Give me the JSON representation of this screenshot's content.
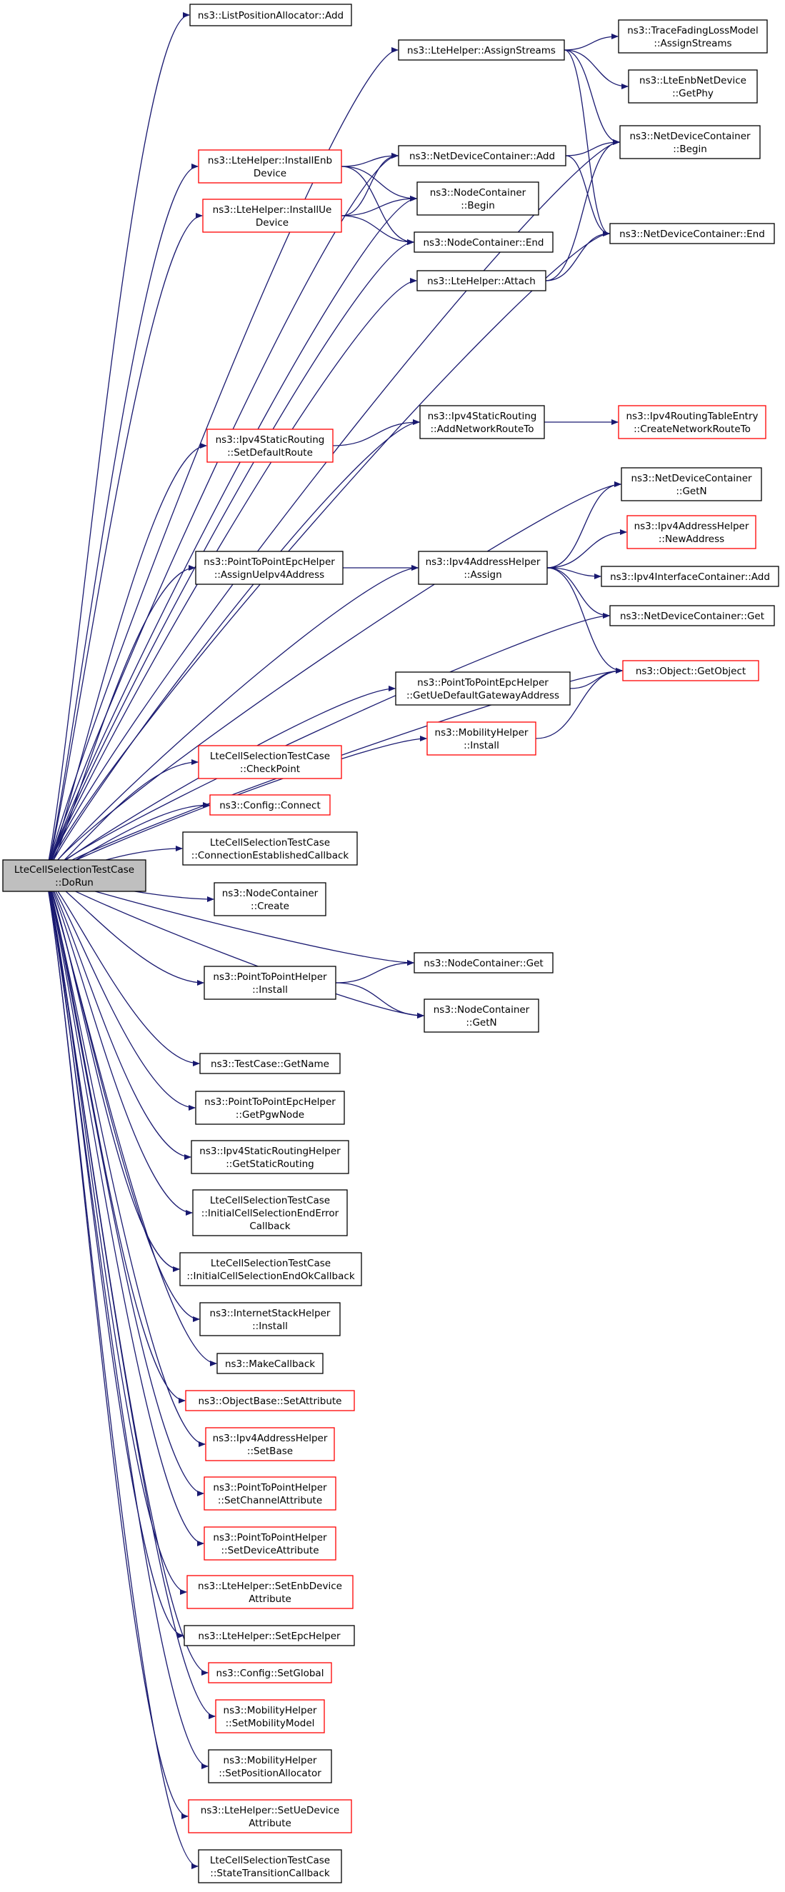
{
  "colors": {
    "edge": "#191970",
    "node_border_documented": "#000000",
    "node_border_undocumented": "#ff0000",
    "root_fill": "#bfbfbf",
    "node_fill": "#ffffff"
  },
  "graph": {
    "root": {
      "id": "root",
      "lines": [
        "LteCellSelectionTestCase",
        "::DoRun"
      ]
    },
    "nodes": [
      {
        "id": "n_lpa_add",
        "lines": [
          "ns3::ListPositionAllocator::Add"
        ],
        "red": false
      },
      {
        "id": "n_lte_assign",
        "lines": [
          "ns3::LteHelper::AssignStreams"
        ],
        "red": false
      },
      {
        "id": "n_tfl_assign",
        "lines": [
          "ns3::TraceFadingLossModel",
          "::AssignStreams"
        ],
        "red": false
      },
      {
        "id": "n_enb_getphy",
        "lines": [
          "ns3::LteEnbNetDevice",
          "::GetPhy"
        ],
        "red": false
      },
      {
        "id": "n_ndc_begin",
        "lines": [
          "ns3::NetDeviceContainer",
          "::Begin"
        ],
        "red": false
      },
      {
        "id": "n_install_enb",
        "lines": [
          "ns3::LteHelper::InstallEnb",
          "Device"
        ],
        "red": true
      },
      {
        "id": "n_ndc_add",
        "lines": [
          "ns3::NetDeviceContainer::Add"
        ],
        "red": false
      },
      {
        "id": "n_nc_begin",
        "lines": [
          "ns3::NodeContainer",
          "::Begin"
        ],
        "red": false
      },
      {
        "id": "n_install_ue",
        "lines": [
          "ns3::LteHelper::InstallUe",
          "Device"
        ],
        "red": true
      },
      {
        "id": "n_nc_end",
        "lines": [
          "ns3::NodeContainer::End"
        ],
        "red": false
      },
      {
        "id": "n_ndc_end",
        "lines": [
          "ns3::NetDeviceContainer::End"
        ],
        "red": false
      },
      {
        "id": "n_lte_attach",
        "lines": [
          "ns3::LteHelper::Attach"
        ],
        "red": false
      },
      {
        "id": "n_isr_addnet",
        "lines": [
          "ns3::Ipv4StaticRouting",
          "::AddNetworkRouteTo"
        ],
        "red": false
      },
      {
        "id": "n_rte_create",
        "lines": [
          "ns3::Ipv4RoutingTableEntry",
          "::CreateNetworkRouteTo"
        ],
        "red": true
      },
      {
        "id": "n_isr_setdef",
        "lines": [
          "ns3::Ipv4StaticRouting",
          "::SetDefaultRoute"
        ],
        "red": true
      },
      {
        "id": "n_ndc_getn",
        "lines": [
          "ns3::NetDeviceContainer",
          "::GetN"
        ],
        "red": false
      },
      {
        "id": "n_iah_newaddr",
        "lines": [
          "ns3::Ipv4AddressHelper",
          "::NewAddress"
        ],
        "red": true
      },
      {
        "id": "n_ptp_assignue",
        "lines": [
          "ns3::PointToPointEpcHelper",
          "::AssignUeIpv4Address"
        ],
        "red": false
      },
      {
        "id": "n_iah_assign",
        "lines": [
          "ns3::Ipv4AddressHelper",
          "::Assign"
        ],
        "red": false
      },
      {
        "id": "n_iic_add",
        "lines": [
          "ns3::Ipv4InterfaceContainer::Add"
        ],
        "red": false
      },
      {
        "id": "n_ndc_get",
        "lines": [
          "ns3::NetDeviceContainer::Get"
        ],
        "red": false
      },
      {
        "id": "n_obj_getobj",
        "lines": [
          "ns3::Object::GetObject"
        ],
        "red": true
      },
      {
        "id": "n_ptp_getue",
        "lines": [
          "ns3::PointToPointEpcHelper",
          "::GetUeDefaultGatewayAddress"
        ],
        "red": false
      },
      {
        "id": "n_mob_install",
        "lines": [
          "ns3::MobilityHelper",
          "::Install"
        ],
        "red": true
      },
      {
        "id": "n_ltcs_check",
        "lines": [
          "LteCellSelectionTestCase",
          "::CheckPoint"
        ],
        "red": true
      },
      {
        "id": "n_cfg_connect",
        "lines": [
          "ns3::Config::Connect"
        ],
        "red": true
      },
      {
        "id": "n_ltcs_connest",
        "lines": [
          "LteCellSelectionTestCase",
          "::ConnectionEstablishedCallback"
        ],
        "red": false
      },
      {
        "id": "n_nc_create",
        "lines": [
          "ns3::NodeContainer",
          "::Create"
        ],
        "red": false
      },
      {
        "id": "n_p2p_install",
        "lines": [
          "ns3::PointToPointHelper",
          "::Install"
        ],
        "red": false
      },
      {
        "id": "n_nc_get",
        "lines": [
          "ns3::NodeContainer::Get"
        ],
        "red": false
      },
      {
        "id": "n_nc_getn",
        "lines": [
          "ns3::NodeContainer",
          "::GetN"
        ],
        "red": false
      },
      {
        "id": "n_tc_getname",
        "lines": [
          "ns3::TestCase::GetName"
        ],
        "red": false
      },
      {
        "id": "n_ptp_getpgw",
        "lines": [
          "ns3::PointToPointEpcHelper",
          "::GetPgwNode"
        ],
        "red": false
      },
      {
        "id": "n_isrh_getsr",
        "lines": [
          "ns3::Ipv4StaticRoutingHelper",
          "::GetStaticRouting"
        ],
        "red": false
      },
      {
        "id": "n_ltcs_initerr",
        "lines": [
          "LteCellSelectionTestCase",
          "::InitialCellSelectionEndError",
          "Callback"
        ],
        "red": false
      },
      {
        "id": "n_ltcs_initok",
        "lines": [
          "LteCellSelectionTestCase",
          "::InitialCellSelectionEndOkCallback"
        ],
        "red": false
      },
      {
        "id": "n_ish_install",
        "lines": [
          "ns3::InternetStackHelper",
          "::Install"
        ],
        "red": false
      },
      {
        "id": "n_makecb",
        "lines": [
          "ns3::MakeCallback"
        ],
        "red": false
      },
      {
        "id": "n_ob_setattr",
        "lines": [
          "ns3::ObjectBase::SetAttribute"
        ],
        "red": true
      },
      {
        "id": "n_iah_setbase",
        "lines": [
          "ns3::Ipv4AddressHelper",
          "::SetBase"
        ],
        "red": true
      },
      {
        "id": "n_p2p_setchan",
        "lines": [
          "ns3::PointToPointHelper",
          "::SetChannelAttribute"
        ],
        "red": true
      },
      {
        "id": "n_p2p_setdev",
        "lines": [
          "ns3::PointToPointHelper",
          "::SetDeviceAttribute"
        ],
        "red": true
      },
      {
        "id": "n_lte_setenb",
        "lines": [
          "ns3::LteHelper::SetEnbDevice",
          "Attribute"
        ],
        "red": true
      },
      {
        "id": "n_lte_setepc",
        "lines": [
          "ns3::LteHelper::SetEpcHelper"
        ],
        "red": false
      },
      {
        "id": "n_cfg_setglobal",
        "lines": [
          "ns3::Config::SetGlobal"
        ],
        "red": true
      },
      {
        "id": "n_mob_setmodel",
        "lines": [
          "ns3::MobilityHelper",
          "::SetMobilityModel"
        ],
        "red": true
      },
      {
        "id": "n_mob_setpos",
        "lines": [
          "ns3::MobilityHelper",
          "::SetPositionAllocator"
        ],
        "red": false
      },
      {
        "id": "n_lte_setue",
        "lines": [
          "ns3::LteHelper::SetUeDevice",
          "Attribute"
        ],
        "red": true
      },
      {
        "id": "n_ltcs_statetrans",
        "lines": [
          "LteCellSelectionTestCase",
          "::StateTransitionCallback"
        ],
        "red": false
      }
    ],
    "edges": [
      [
        "root",
        "n_lpa_add"
      ],
      [
        "root",
        "n_lte_assign"
      ],
      [
        "root",
        "n_ndc_begin"
      ],
      [
        "root",
        "n_install_enb"
      ],
      [
        "root",
        "n_ndc_add"
      ],
      [
        "root",
        "n_install_ue"
      ],
      [
        "root",
        "n_nc_begin"
      ],
      [
        "root",
        "n_nc_end"
      ],
      [
        "root",
        "n_lte_attach"
      ],
      [
        "root",
        "n_ndc_end"
      ],
      [
        "root",
        "n_isr_addnet"
      ],
      [
        "root",
        "n_isr_setdef"
      ],
      [
        "root",
        "n_ndc_getn"
      ],
      [
        "root",
        "n_iah_assign"
      ],
      [
        "root",
        "n_ptp_assignue"
      ],
      [
        "root",
        "n_ndc_get"
      ],
      [
        "root",
        "n_obj_getobj"
      ],
      [
        "root",
        "n_ptp_getue"
      ],
      [
        "root",
        "n_mob_install"
      ],
      [
        "root",
        "n_ltcs_check"
      ],
      [
        "root",
        "n_cfg_connect"
      ],
      [
        "root",
        "n_ltcs_connest"
      ],
      [
        "root",
        "n_nc_create"
      ],
      [
        "root",
        "n_nc_get"
      ],
      [
        "root",
        "n_p2p_install"
      ],
      [
        "root",
        "n_nc_getn"
      ],
      [
        "root",
        "n_tc_getname"
      ],
      [
        "root",
        "n_ptp_getpgw"
      ],
      [
        "root",
        "n_isrh_getsr"
      ],
      [
        "root",
        "n_ltcs_initerr"
      ],
      [
        "root",
        "n_ltcs_initok"
      ],
      [
        "root",
        "n_ish_install"
      ],
      [
        "root",
        "n_makecb"
      ],
      [
        "root",
        "n_ob_setattr"
      ],
      [
        "root",
        "n_iah_setbase"
      ],
      [
        "root",
        "n_p2p_setchan"
      ],
      [
        "root",
        "n_p2p_setdev"
      ],
      [
        "root",
        "n_lte_setenb"
      ],
      [
        "root",
        "n_lte_setepc"
      ],
      [
        "root",
        "n_cfg_setglobal"
      ],
      [
        "root",
        "n_mob_setmodel"
      ],
      [
        "root",
        "n_mob_setpos"
      ],
      [
        "root",
        "n_lte_setue"
      ],
      [
        "root",
        "n_ltcs_statetrans"
      ],
      [
        "n_lte_assign",
        "n_tfl_assign"
      ],
      [
        "n_lte_assign",
        "n_enb_getphy"
      ],
      [
        "n_lte_assign",
        "n_ndc_begin"
      ],
      [
        "n_lte_assign",
        "n_ndc_end"
      ],
      [
        "n_install_enb",
        "n_ndc_add"
      ],
      [
        "n_install_enb",
        "n_nc_begin"
      ],
      [
        "n_install_enb",
        "n_nc_end"
      ],
      [
        "n_install_ue",
        "n_ndc_add"
      ],
      [
        "n_install_ue",
        "n_nc_begin"
      ],
      [
        "n_install_ue",
        "n_nc_end"
      ],
      [
        "n_ndc_add",
        "n_ndc_begin"
      ],
      [
        "n_ndc_add",
        "n_ndc_end"
      ],
      [
        "n_lte_attach",
        "n_ndc_begin"
      ],
      [
        "n_lte_attach",
        "n_ndc_end"
      ],
      [
        "n_isr_setdef",
        "n_isr_addnet"
      ],
      [
        "n_isr_addnet",
        "n_rte_create"
      ],
      [
        "n_ptp_assignue",
        "n_iah_assign"
      ],
      [
        "n_iah_assign",
        "n_ndc_getn"
      ],
      [
        "n_iah_assign",
        "n_iah_newaddr"
      ],
      [
        "n_iah_assign",
        "n_iic_add"
      ],
      [
        "n_iah_assign",
        "n_ndc_get"
      ],
      [
        "n_iah_assign",
        "n_obj_getobj"
      ],
      [
        "n_ptp_getue",
        "n_obj_getobj"
      ],
      [
        "n_mob_install",
        "n_obj_getobj"
      ],
      [
        "n_p2p_install",
        "n_nc_get"
      ],
      [
        "n_p2p_install",
        "n_nc_getn"
      ]
    ]
  }
}
